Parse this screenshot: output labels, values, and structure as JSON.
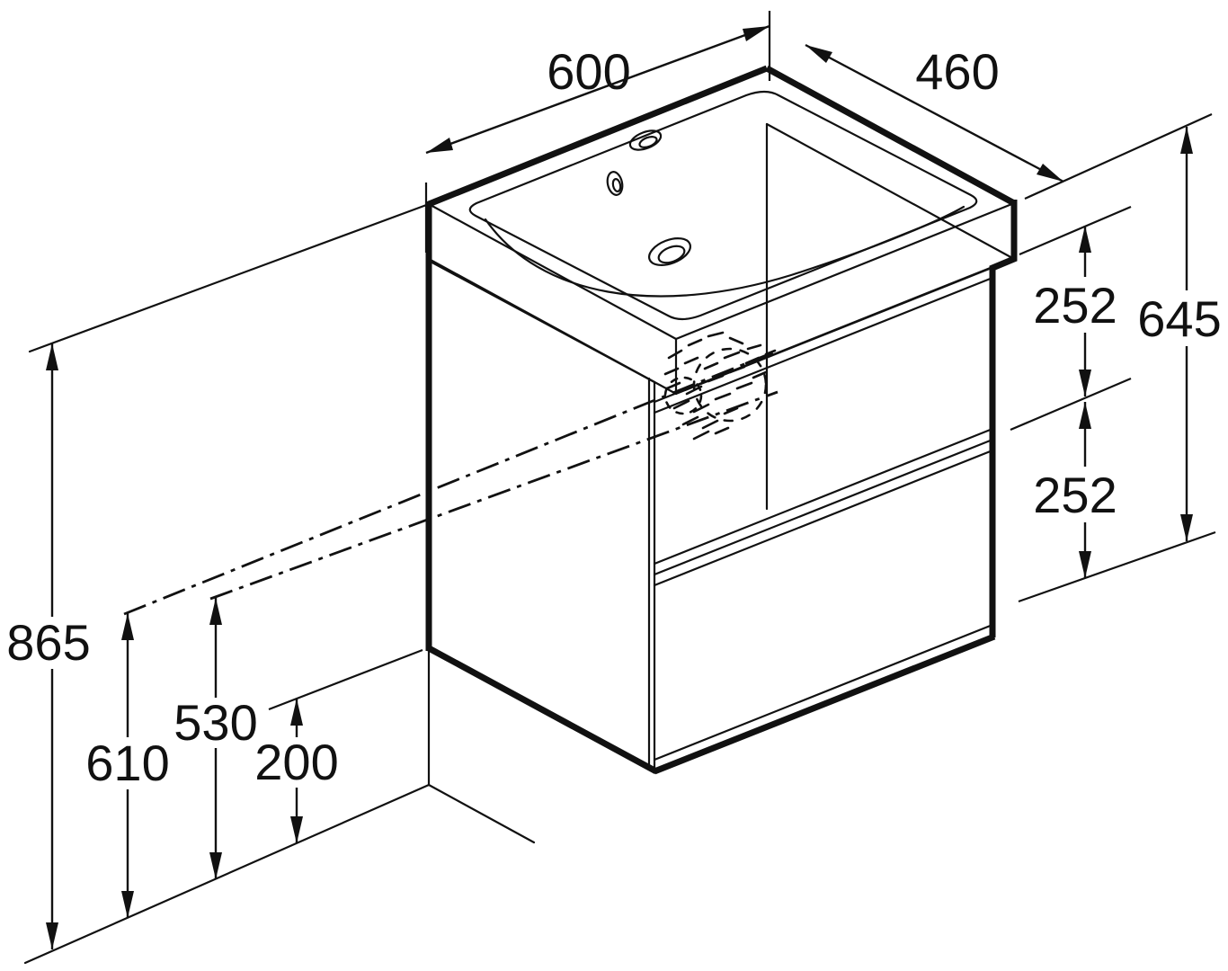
{
  "diagram": {
    "type": "technical-dimension-drawing",
    "subject": "wall-hung vanity unit with washbasin and two drawers",
    "units": "mm",
    "colors": {
      "line": "#111111",
      "background": "#ffffff"
    },
    "labels": {
      "width": "600",
      "depth": "460",
      "drawer_top": "252",
      "drawer_bottom": "252",
      "unit_height": "645",
      "rim_height": "865",
      "supply_line_height": "610",
      "drain_line_height": "530",
      "floor_clearance": "200"
    }
  }
}
